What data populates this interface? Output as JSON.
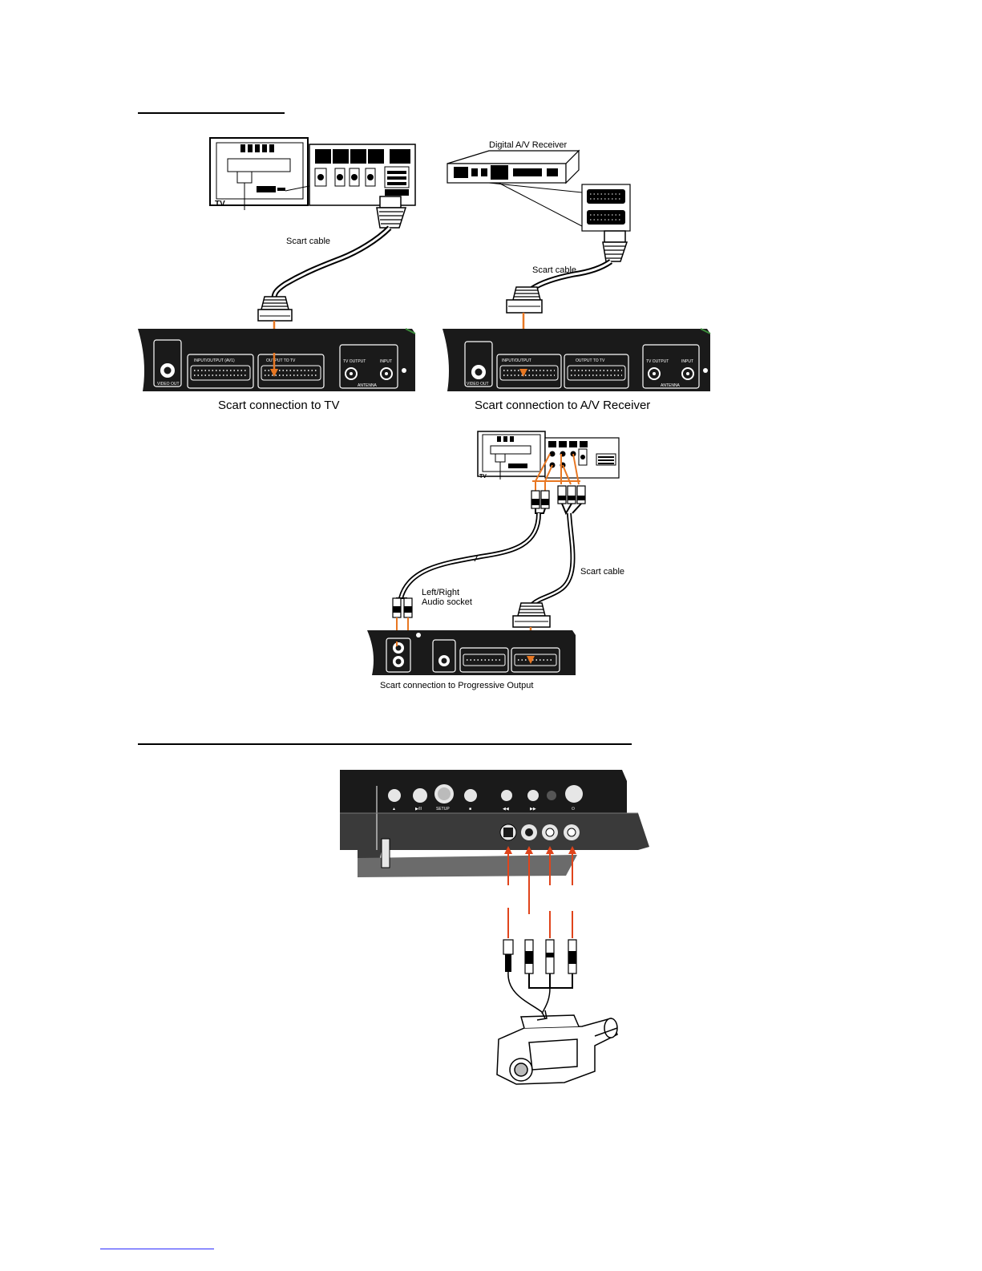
{
  "labels": {
    "receiver_title": "Digital A/V Receiver",
    "tv_tag": "TV",
    "tv_tag_small": "TV",
    "scart_cable": "Scart cable",
    "lr_audio": "Left/Right",
    "lr_audio_2": "Audio socket"
  },
  "captions": {
    "tv": "Scart connection to TV",
    "receiver": "Scart connection to A/V Receiver",
    "progressive": "Scart connection to Progressive Output"
  },
  "colors": {
    "cable_orange": "#e87722",
    "arrow_red": "#e0441b",
    "panel": "#1a1a1a",
    "ink": "#000000",
    "accent_green": "#3c8d3c"
  }
}
